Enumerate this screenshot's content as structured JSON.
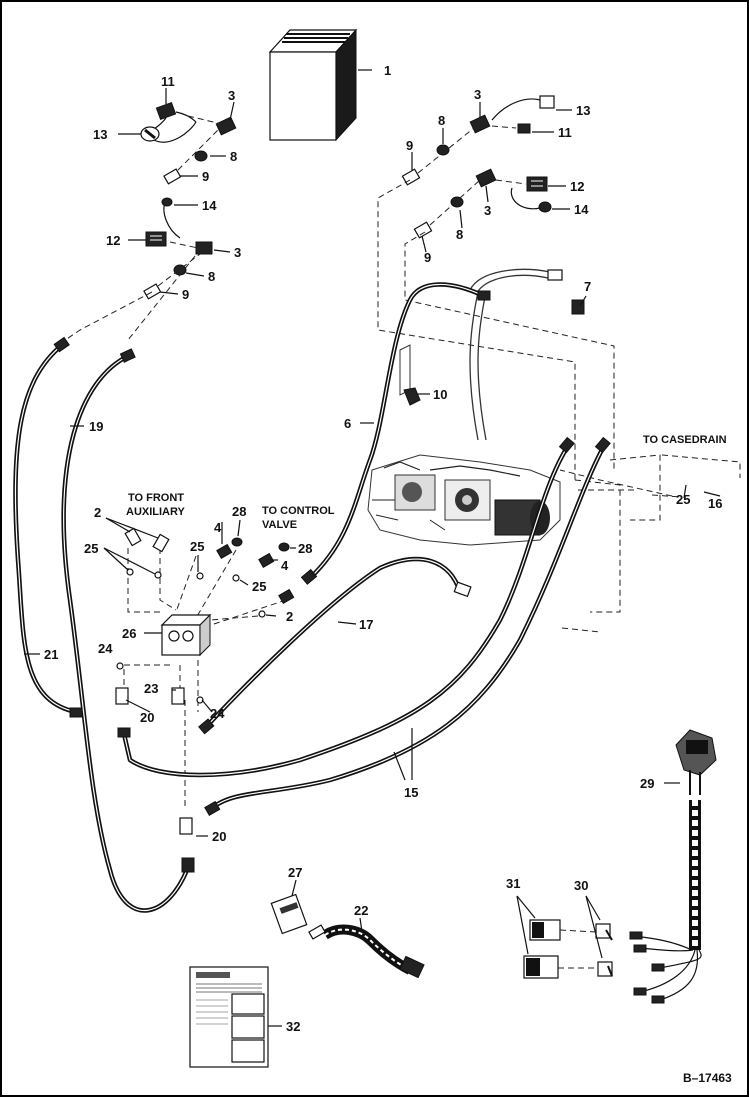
{
  "callouts": {
    "c1": "1",
    "c2": "2",
    "c3a": "3",
    "c3b": "3",
    "c3c": "3",
    "c3d": "3",
    "c4a": "4",
    "c4b": "4",
    "c6": "6",
    "c7": "7",
    "c8a": "8",
    "c8b": "8",
    "c8c": "8",
    "c8d": "8",
    "c9a": "9",
    "c9b": "9",
    "c9c": "9",
    "c9d": "9",
    "c10": "10",
    "c11a": "11",
    "c11b": "11",
    "c12a": "12",
    "c12b": "12",
    "c13a": "13",
    "c13b": "13",
    "c14a": "14",
    "c14b": "14",
    "c15": "15",
    "c16": "16",
    "c17": "17",
    "c19": "19",
    "c20a": "20",
    "c20b": "20",
    "c21": "21",
    "c22": "22",
    "c23": "23",
    "c24a": "24",
    "c24b": "24",
    "c25a": "25",
    "c25b": "25",
    "c25c": "25",
    "c25d": "25",
    "c26": "26",
    "c27": "27",
    "c28a": "28",
    "c28b": "28",
    "c29": "29",
    "c30": "30",
    "c31": "31",
    "c32": "32",
    "c2partial": "2"
  },
  "labels": {
    "to_front_line1": "TO FRONT",
    "to_front_line2": "AUXILIARY",
    "to_control_line1": "TO CONTROL",
    "to_control_line2": "VALVE",
    "to_casedrain": "TO CASEDRAIN"
  },
  "figure_ref": "B–17463"
}
